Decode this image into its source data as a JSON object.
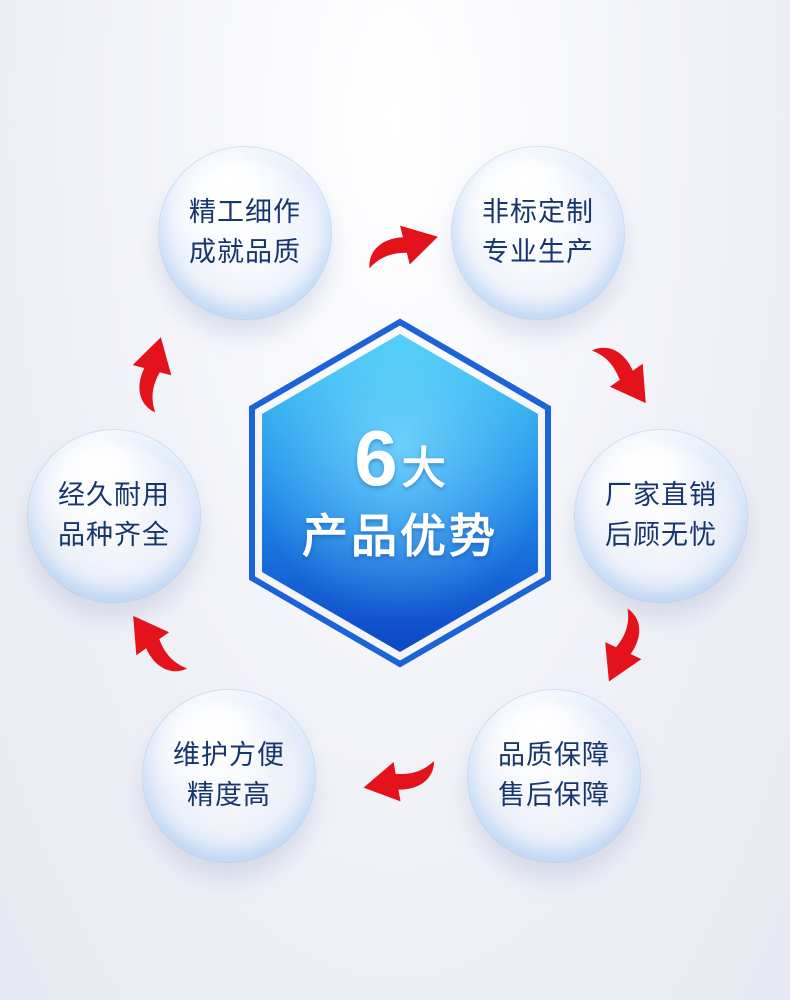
{
  "center": {
    "number": "6",
    "number_suffix": "大",
    "subtitle": "产品优势",
    "colors": {
      "fill_top": "#40c8f6",
      "fill_mid": "#1e84e6",
      "fill_bottom": "#0d46c6",
      "outline": "#1b63d6"
    }
  },
  "advantages": [
    {
      "line1": "精工细作",
      "line2": "成就品质"
    },
    {
      "line1": "非标定制",
      "line2": "专业生产"
    },
    {
      "line1": "厂家直销",
      "line2": "后顾无忧"
    },
    {
      "line1": "品质保障",
      "line2": "售后保障"
    },
    {
      "line1": "维护方便",
      "line2": "精度高"
    },
    {
      "line1": "经久耐用",
      "line2": "品种齐全"
    }
  ],
  "arrow_color": "#e3121b"
}
